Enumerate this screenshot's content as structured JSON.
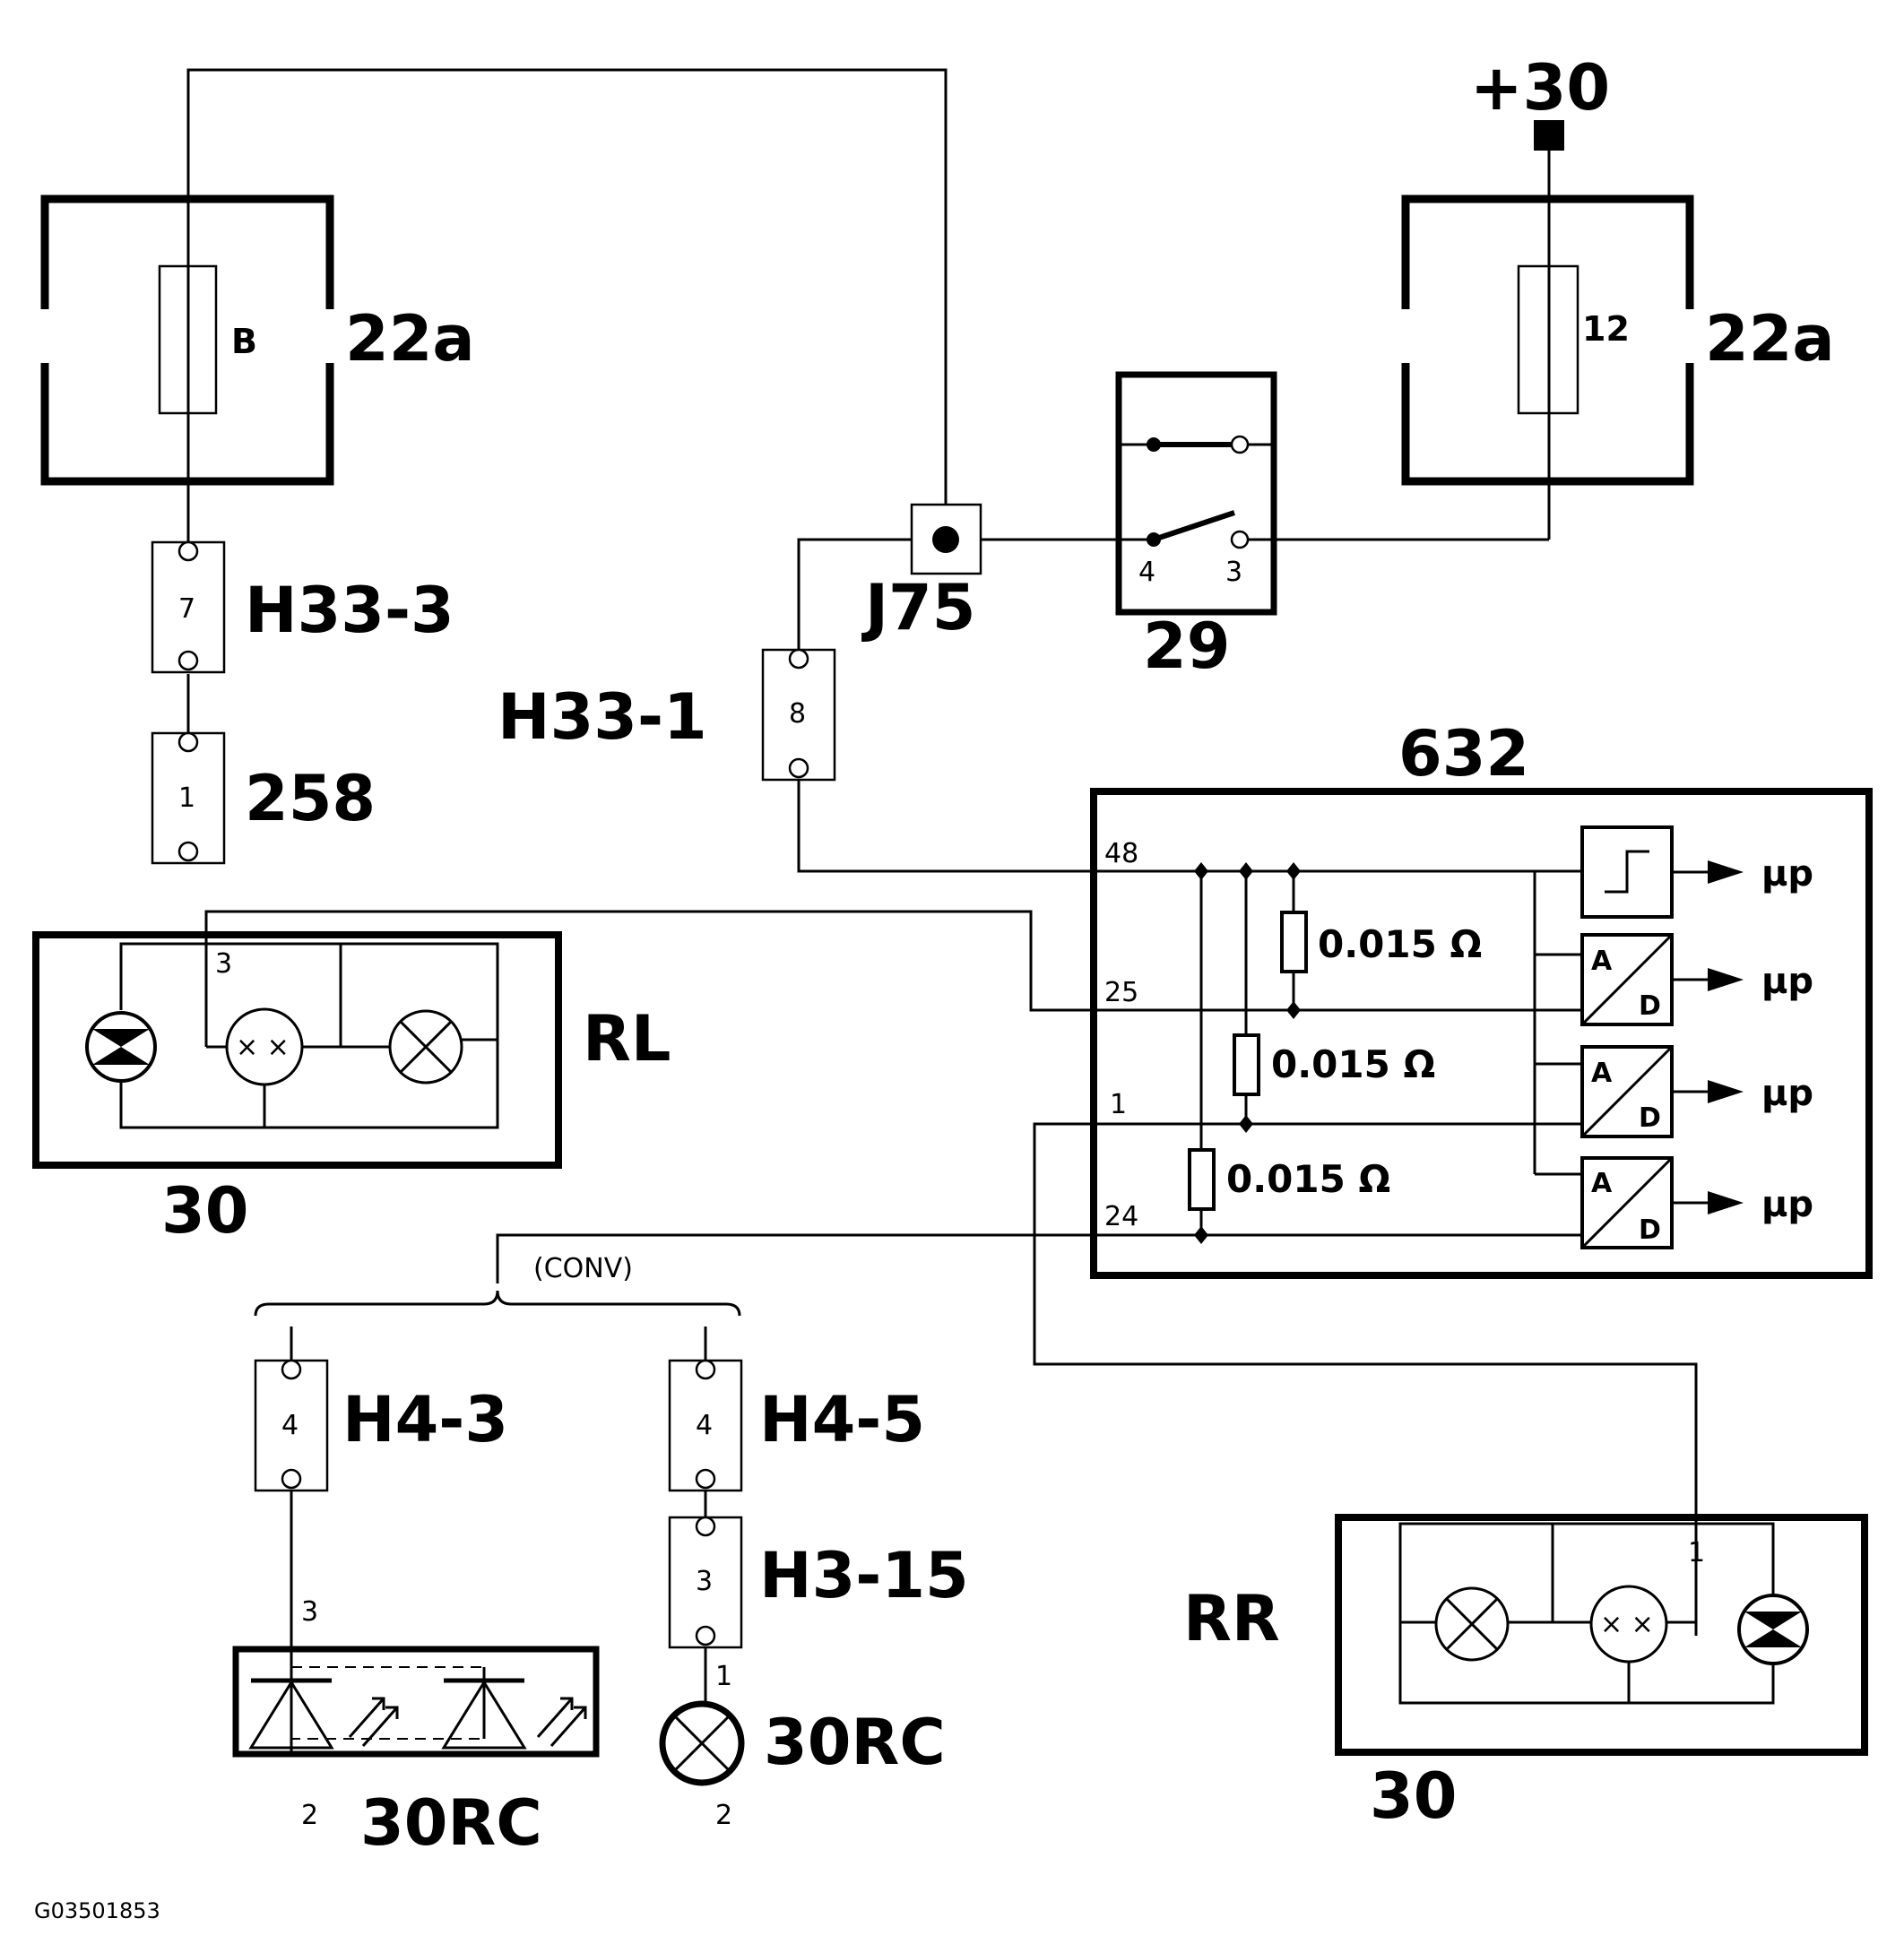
{
  "labels": {
    "plus30": "+30",
    "fuse_box_left": "22a",
    "fuse_box_right": "22a",
    "fuse_left": "B",
    "fuse_right": "12",
    "conn_h33_3": "H33-3",
    "conn_h33_3_pin": "7",
    "conn_258": "258",
    "conn_258_pin": "1",
    "junction": "J75",
    "conn_h33_1": "H33-1",
    "conn_h33_1_pin": "8",
    "switch": "29",
    "switch_pin4": "4",
    "switch_pin3": "3",
    "module": "632",
    "pin48": "48",
    "pin25": "25",
    "pin1": "1",
    "pin24": "24",
    "res1": "0.015 Ω",
    "res2": "0.015 Ω",
    "res3": "0.015 Ω",
    "a1": "A",
    "d1": "D",
    "a2": "A",
    "d2": "D",
    "a3": "A",
    "d3": "D",
    "mu1": "μp",
    "mu2": "μp",
    "mu3": "μp",
    "mu4": "μp",
    "rl": "RL",
    "rl_pin": "3",
    "rl_num": "30",
    "rr": "RR",
    "rr_pin": "1",
    "rr_num": "30",
    "conv": "(CONV)",
    "h4_3": "H4-3",
    "h4_3_pin": "4",
    "h4_5": "H4-5",
    "h4_5_pin": "4",
    "h3_15": "H3-15",
    "h3_15_pin": "3",
    "led_pin3": "3",
    "led_pin2": "2",
    "led_label": "30RC",
    "lamp_pin1": "1",
    "lamp_pin2": "2",
    "lamp_label": "30RC",
    "figure_code": "G03501853"
  }
}
